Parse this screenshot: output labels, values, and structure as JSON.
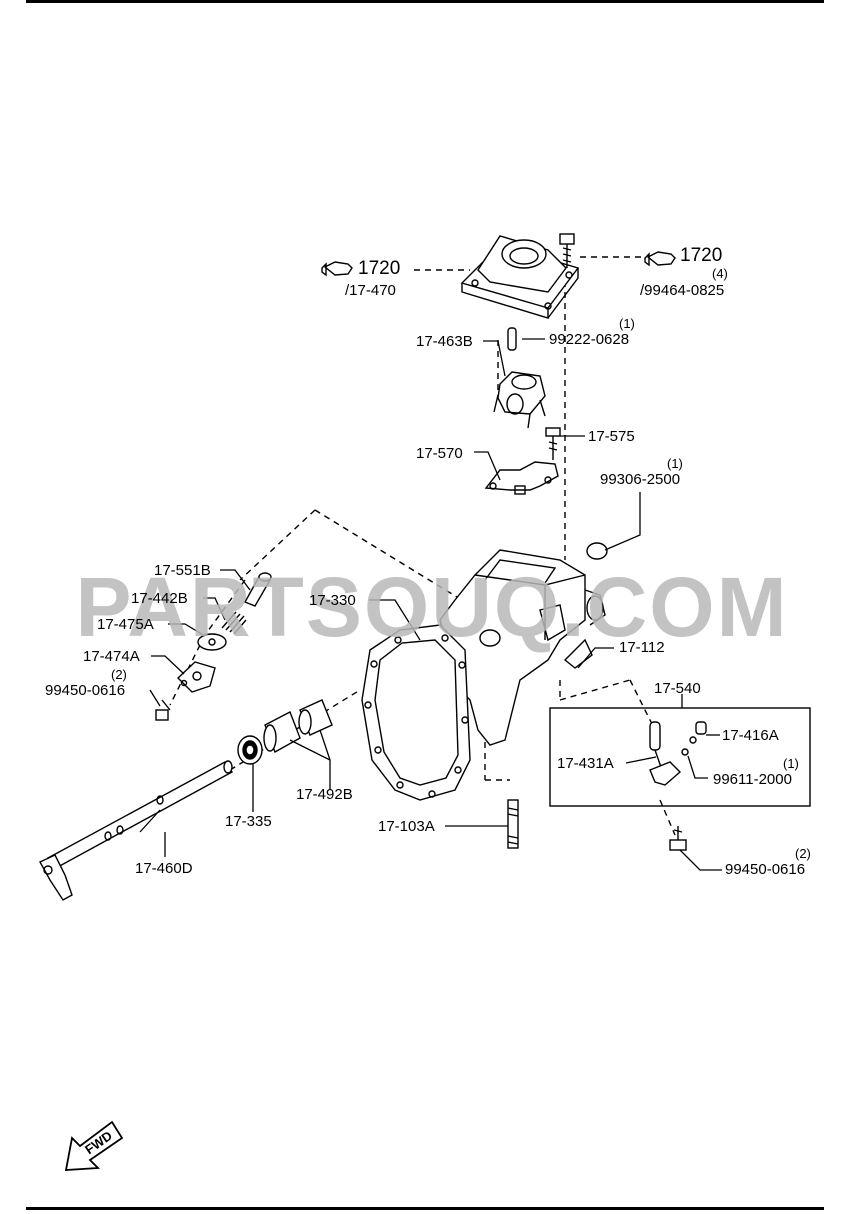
{
  "watermark": "PARTSOUQ.COM",
  "fwd_label": "FWD",
  "refs": {
    "ref_left": {
      "num": "1720",
      "sub": "/17-470"
    },
    "ref_right": {
      "num": "1720",
      "qty": "(4)",
      "sub": "/99464-0825"
    }
  },
  "parts": {
    "p_99222": "99222-0628",
    "q_99222": "(1)",
    "p_17463b": "17-463B",
    "p_17575": "17-575",
    "p_17570": "17-570",
    "p_99306": "99306-2500",
    "q_99306": "(1)",
    "p_17551b": "17-551B",
    "p_17442b": "17-442B",
    "p_17330": "17-330",
    "p_17475a": "17-475A",
    "p_17474a": "17-474A",
    "q_99450a": "(2)",
    "p_99450a": "99450-0616",
    "p_17112": "17-112",
    "p_17540": "17-540",
    "p_17416a": "17-416A",
    "p_17431a": "17-431A",
    "q_99611": "(1)",
    "p_99611": "99611-2000",
    "p_17492b": "17-492B",
    "p_17335": "17-335",
    "p_17103a": "17-103A",
    "p_17460d": "17-460D",
    "q_99450b": "(2)",
    "p_99450b": "99450-0616"
  }
}
